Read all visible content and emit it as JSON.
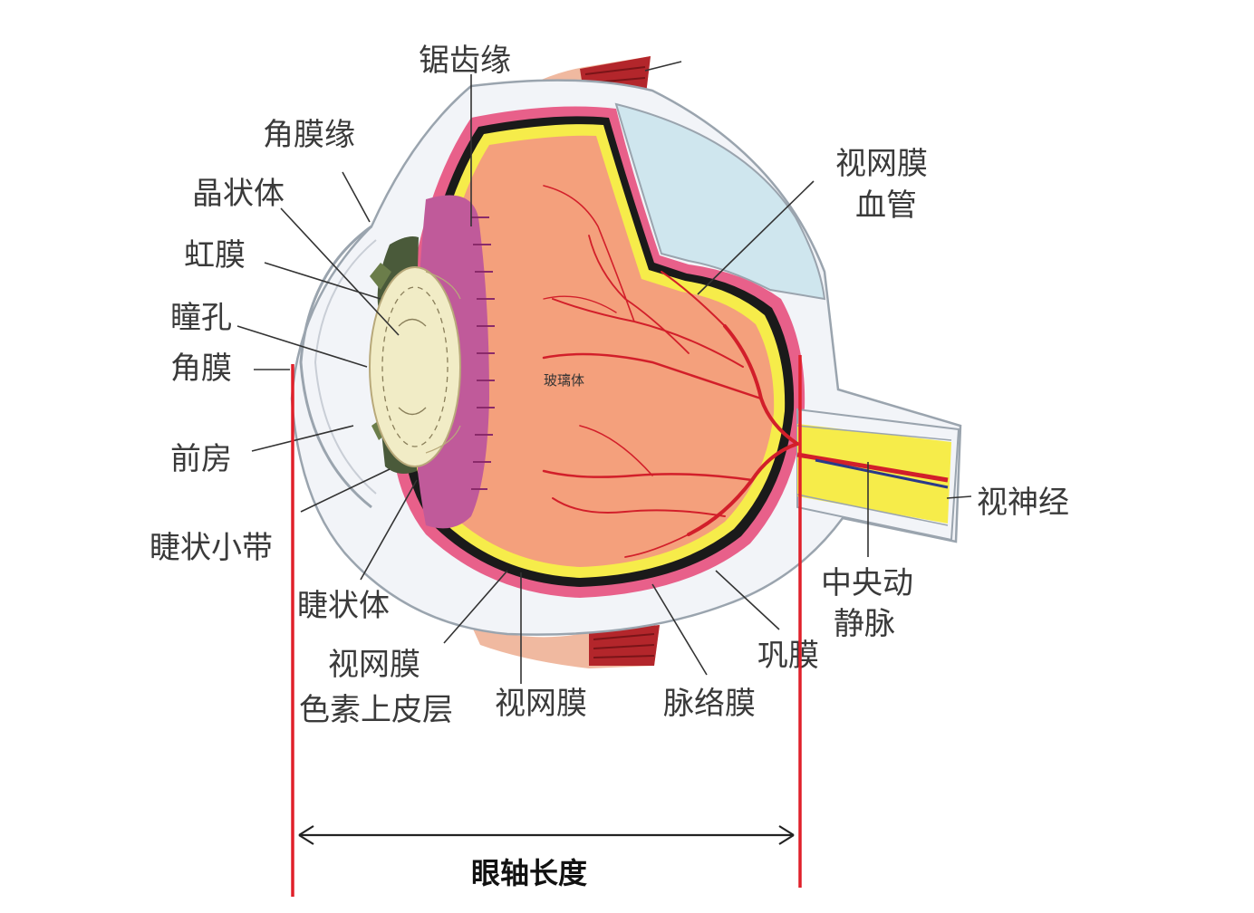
{
  "labels": {
    "ora_serrata": "锯齿缘",
    "limbus": "角膜缘",
    "lens": "晶状体",
    "iris": "虹膜",
    "pupil": "瞳孔",
    "cornea": "角膜",
    "anterior_chamber": "前房",
    "zonule": "睫状小带",
    "ciliary_body": "睫状体",
    "rpe_line1": "视网膜",
    "rpe_line2": "色素上皮层",
    "retina": "视网膜",
    "choroid": "脉络膜",
    "sclera": "巩膜",
    "central_vessels_line1": "中央动",
    "central_vessels_line2": "静脉",
    "optic_nerve": "视神经",
    "retinal_vessels_line1": "视网膜",
    "retinal_vessels_line2": "血管",
    "vitreous": "玻璃体",
    "axial_length": "眼轴长度"
  },
  "colors": {
    "vitreous": "#f4a07c",
    "sclera": "#f2f4f8",
    "choroid": "#e8608a",
    "retina_yellow": "#f6ec4a",
    "vessel": "#d21f2a",
    "iris_purple": "#c05a9a",
    "lens": "#f1ecc6",
    "muscle": "#b3262b",
    "axis_line": "#e0202a",
    "cutaway": "#cfe6ee"
  }
}
